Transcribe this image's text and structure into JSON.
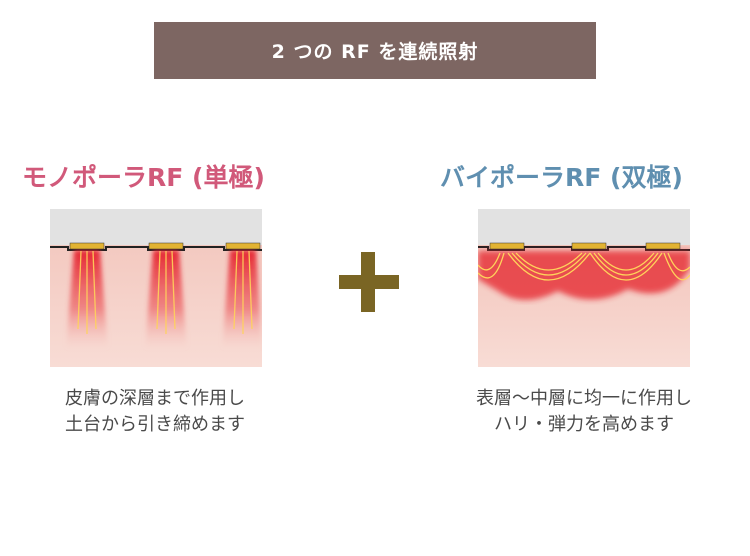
{
  "banner": {
    "title": "2 つの RF を連続照射"
  },
  "mono": {
    "heading": "モノポーラRF (単極)",
    "caption_lines": [
      "皮膚の深層まで作用し",
      "土台から引き締めます"
    ]
  },
  "bi": {
    "heading": "バイポーラRF (双極)",
    "caption_lines": [
      "表層〜中層に均一に作用し",
      "ハリ・弾力を高めます"
    ]
  },
  "colors": {
    "banner_bg": "#7d6662",
    "mono_heading": "#d1597a",
    "bi_heading": "#5f8fb0",
    "plus": "#7a6524",
    "electrode": "#e2b332",
    "skin": "#f6d4cb",
    "energy": "#e5202c"
  },
  "icons": {
    "plus": "plus-icon"
  }
}
